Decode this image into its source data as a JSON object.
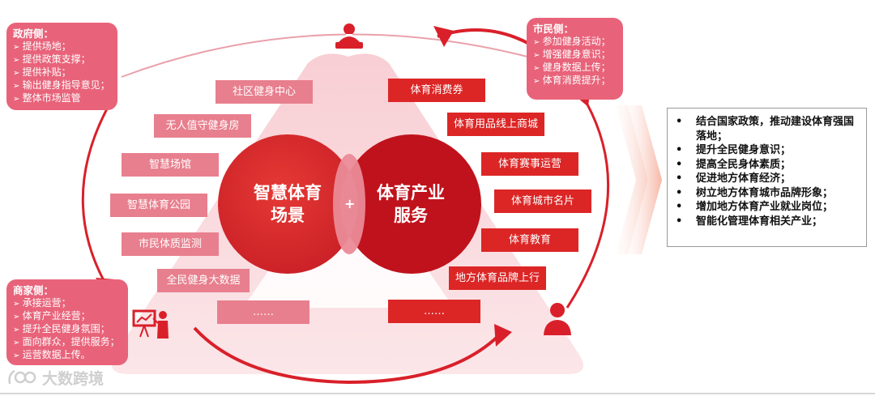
{
  "colors": {
    "accent": "#dc2626",
    "pink_box": "#e8637a",
    "left_tag": "#e87f8e",
    "right_tag": "#dc2626",
    "arrow": "#d9202a"
  },
  "government": {
    "title": "政府侧：",
    "items": [
      "提供场地；",
      "提供政策支撑；",
      "提供补贴；",
      "输出健身指导意见；",
      "整体市场监管"
    ]
  },
  "citizen": {
    "title": "市民侧：",
    "items": [
      "参加健身活动；",
      "增强健身意识；",
      "健身数据上传；",
      "体育消费提升；"
    ]
  },
  "merchant": {
    "title": "商家侧：",
    "items": [
      "承接运营；",
      "体育产业经营；",
      "提升全民健身氛围；",
      "面向群众，提供服务；",
      "运营数据上传。"
    ]
  },
  "left_circle": {
    "line1": "智慧体育",
    "line2": "场景"
  },
  "right_circle": {
    "line1": "体育产业",
    "line2": "服务"
  },
  "plus": "+",
  "left_tags": [
    "社区健身中心",
    "无人值守健身房",
    "智慧场馆",
    "智慧体育公园",
    "市民体质监测",
    "全民健身大数据",
    "……"
  ],
  "right_tags": [
    "体育消费券",
    "体育用品线上商城",
    "体育赛事运营",
    "体育城市名片",
    "体育教育",
    "地方体育品牌上行",
    "……"
  ],
  "results": [
    "结合国家政策，推动建设体育强国落地；",
    "提升全民健身意识；",
    "提高全民身体素质；",
    "促进地方体育经济；",
    "树立地方体育城市品牌形象；",
    "增加地方体育产业就业岗位；",
    "智能化管理体育相关产业；"
  ],
  "logo_text": "大数跨境",
  "icons": {
    "government": "speaker-at-podium-icon",
    "citizen": "person-icon",
    "merchant": "presenter-board-icon",
    "brand": "brand-logo-icon"
  }
}
